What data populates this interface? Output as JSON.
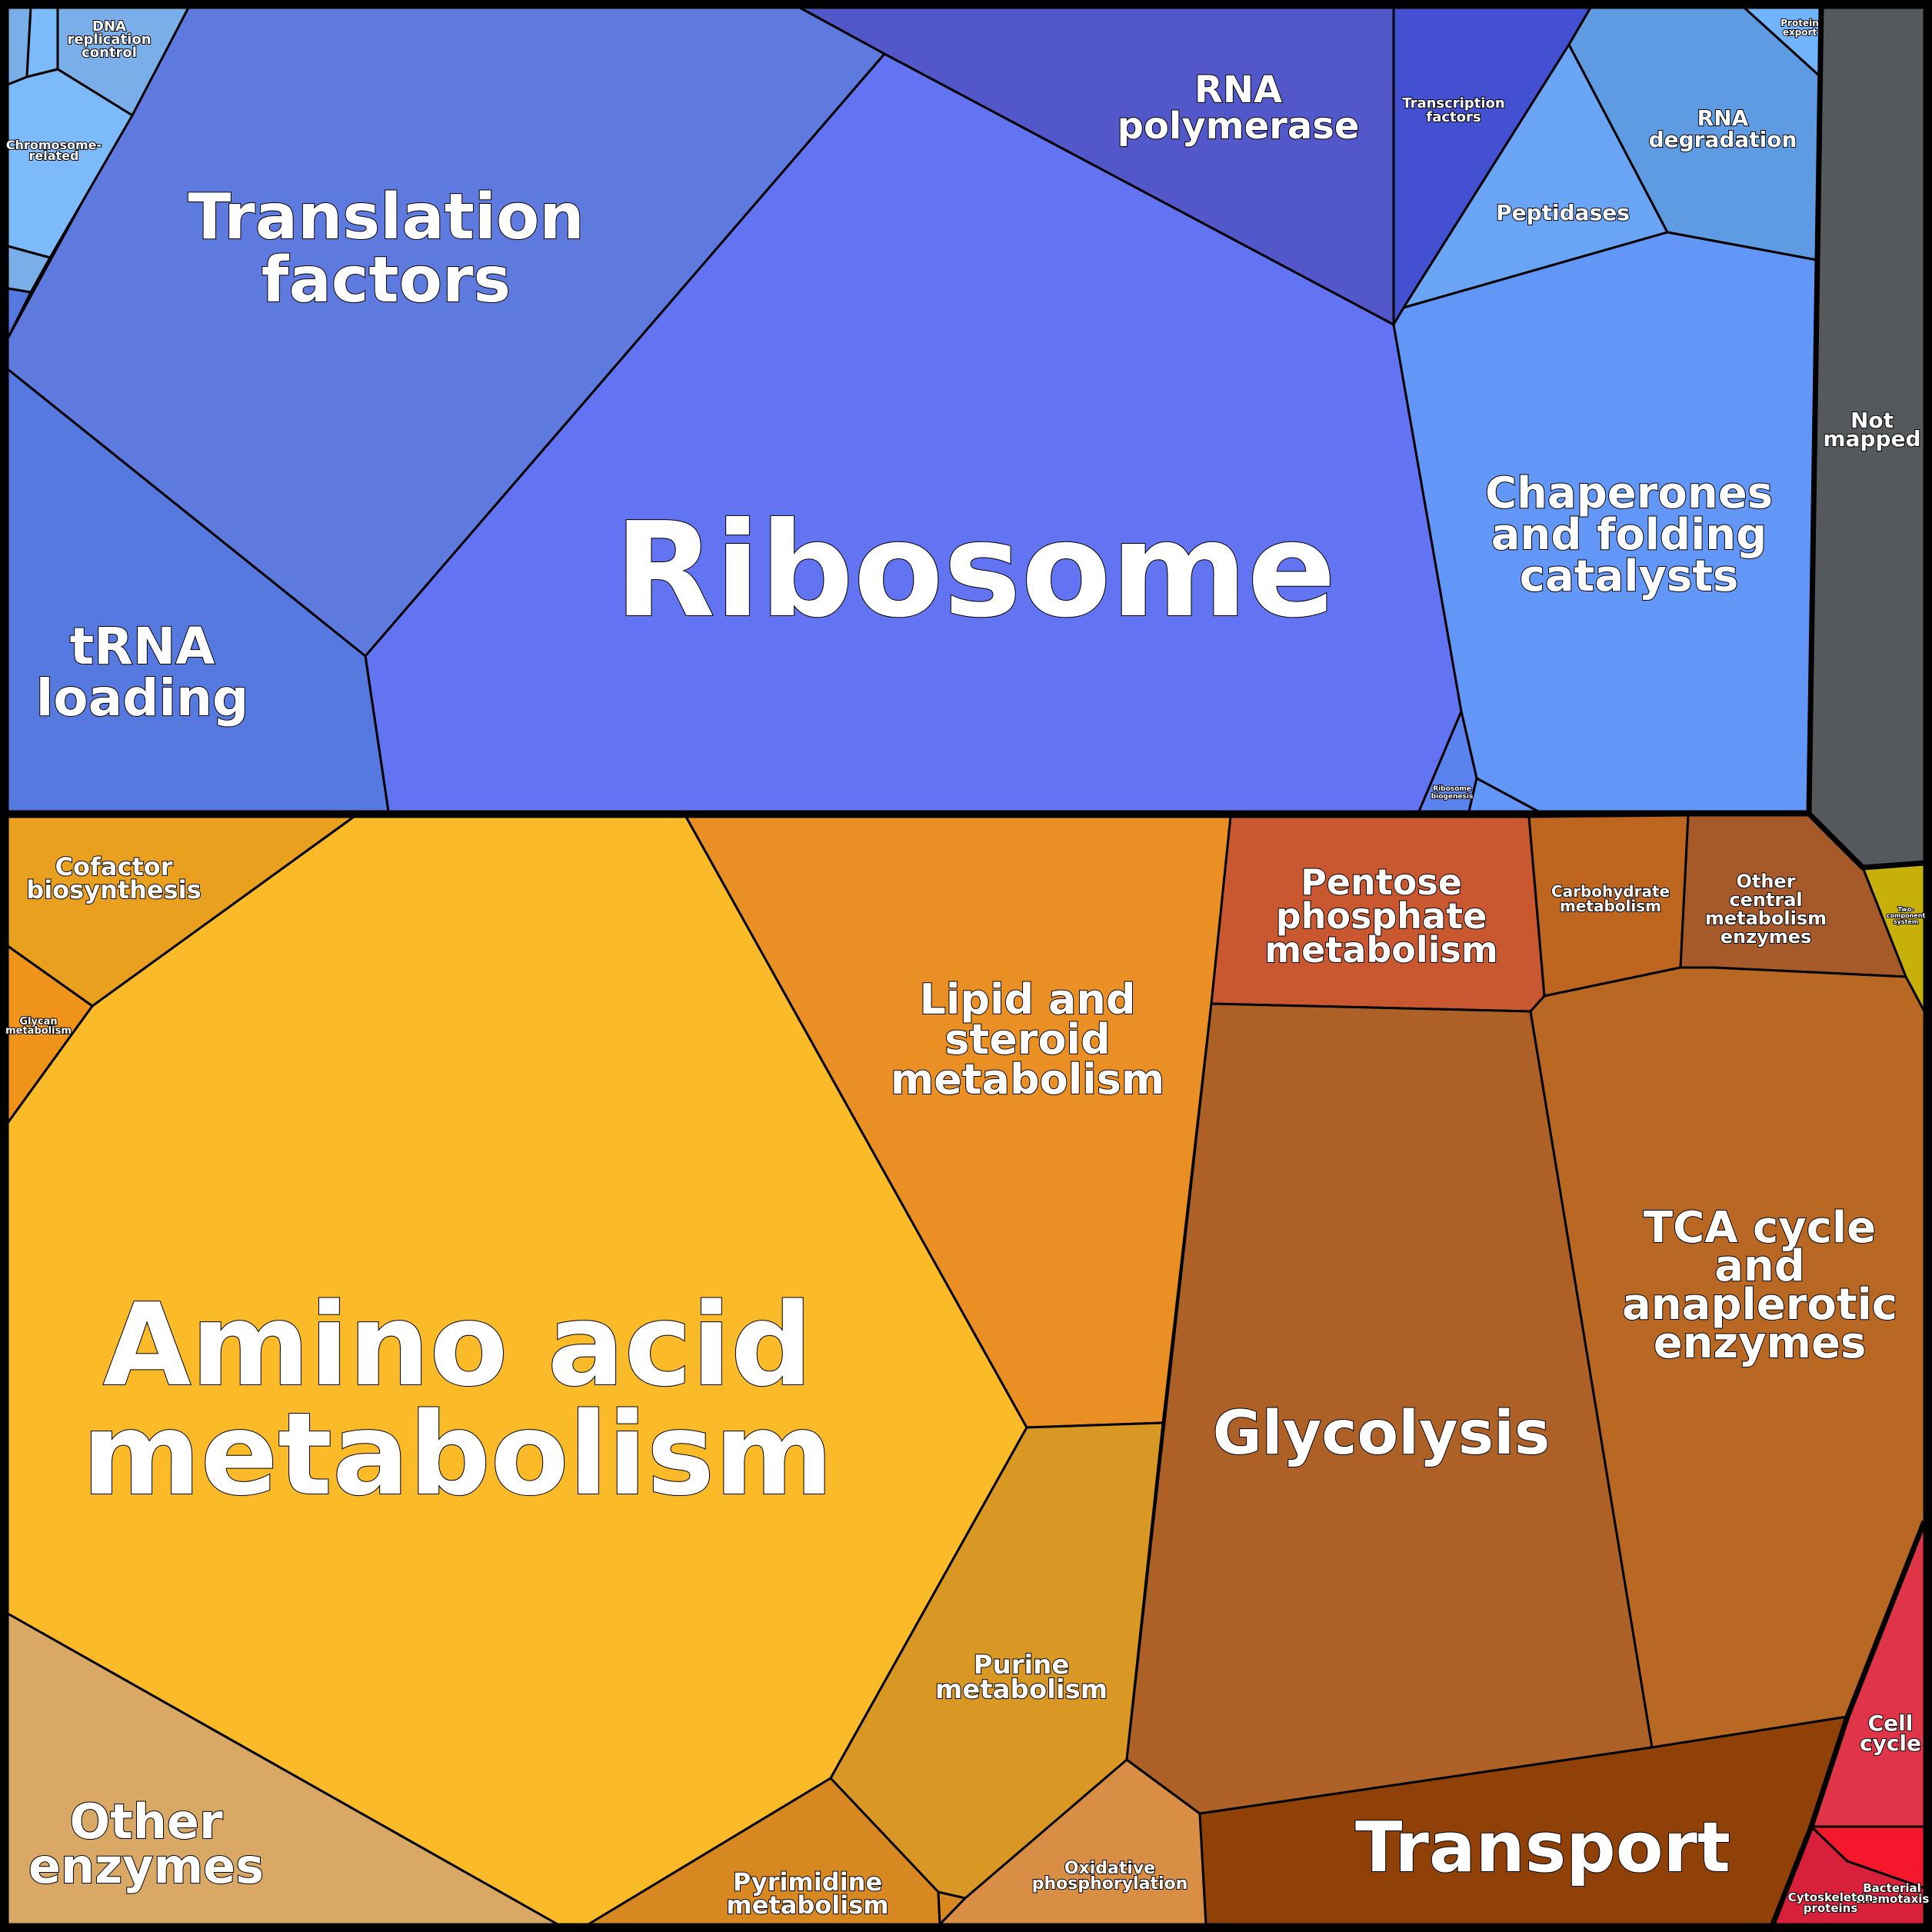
{
  "colors": {
    "info_processing": "#6274f2",
    "metabolism": "#fbba28",
    "not_mapped": "#56595c",
    "cellular": "#e03448"
  },
  "cells": {
    "ribosome": {
      "label": "Ribosome",
      "color": "#6274f2"
    },
    "translation": {
      "label": "Translation factors",
      "color": "#5f7ade"
    },
    "trna": {
      "label": "tRNA loading",
      "color": "#5679e0"
    },
    "rna_pol": {
      "label": "RNA polymerase",
      "color": "#5257c9"
    },
    "transcription": {
      "label": "Transcription factors",
      "color": "#4350d1"
    },
    "peptidases": {
      "label": "Peptidases",
      "color": "#6aa5f5"
    },
    "rna_deg": {
      "label": "RNA degradation",
      "color": "#5e9be3"
    },
    "protein_export": {
      "label": "Protein export",
      "color": "#71b4fb"
    },
    "chaperones": {
      "label": "Chaperones and folding catalysts",
      "color": "#6296f7"
    },
    "ribosome_biogenesis": {
      "label": "Ribosome biogenesis",
      "color": "#5a83f0"
    },
    "dna_repl": {
      "label": "DNA replication control",
      "color": "#7aaee9"
    },
    "chromosome": {
      "label": "Chromosome-related",
      "color": "#7dbaf9"
    },
    "not_mapped": {
      "label": "Not mapped",
      "color": "#56595c"
    },
    "amino": {
      "label": "Amino acid metabolism",
      "color": "#fbba28"
    },
    "cofactor": {
      "label": "Cofactor biosynthesis",
      "color": "#e8a01e"
    },
    "glycan": {
      "label": "Glycan metabolism",
      "color": "#f0931a"
    },
    "lipid": {
      "label": "Lipid and steroid metabolism",
      "color": "#ea8f24"
    },
    "purine": {
      "label": "Purine metabolism",
      "color": "#d99723"
    },
    "pyrimidine": {
      "label": "Pyrimidine metabolism",
      "color": "#d88820"
    },
    "other_enz": {
      "label": "Other enzymes",
      "color": "#d8a864"
    },
    "oxphos": {
      "label": "Oxidative phosphorylation",
      "color": "#d98e45"
    },
    "pentose": {
      "label": "Pentose phosphate metabolism",
      "color": "#c95830"
    },
    "carbohydrate": {
      "label": "Carbohydrate metabolism",
      "color": "#be651f"
    },
    "other_central": {
      "label": "Other central metabolism enzymes",
      "color": "#a65a2a"
    },
    "glycolysis": {
      "label": "Glycolysis",
      "color": "#ae6126"
    },
    "tca": {
      "label": "TCA cycle and anaplerotic enzymes",
      "color": "#b86822"
    },
    "transport": {
      "label": "Transport",
      "color": "#8f4107"
    },
    "two_component": {
      "label": "Two-component system",
      "color": "#c8b00b"
    },
    "cell_cycle": {
      "label": "Cell cycle",
      "color": "#e03448"
    },
    "chemotaxis": {
      "label": "Bacterial chemotaxis",
      "color": "#f5172c"
    },
    "cytoskeleton": {
      "label": "Cytoskeleton proteins",
      "color": "#d8203a"
    }
  }
}
